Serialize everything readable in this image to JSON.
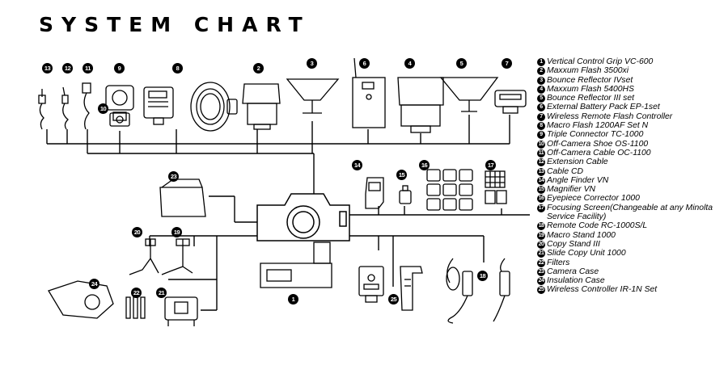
{
  "title": "SYSTEM CHART",
  "legend": [
    {
      "n": "1",
      "text": "Vertical Control Grip VC-600"
    },
    {
      "n": "2",
      "text": "Maxxum Flash 3500xi"
    },
    {
      "n": "3",
      "text": "Bounce Reflector IVset"
    },
    {
      "n": "4",
      "text": "Maxxum Flash 5400HS"
    },
    {
      "n": "5",
      "text": "Bounce Reflector III set"
    },
    {
      "n": "6",
      "text": "External Battery Pack EP-1set"
    },
    {
      "n": "7",
      "text": "Wireless Remote Flash Controller"
    },
    {
      "n": "8",
      "text": "Macro Flash 1200AF Set N"
    },
    {
      "n": "9",
      "text": "Triple Connector TC-1000"
    },
    {
      "n": "10",
      "text": "Off-Camera Shoe OS-1100"
    },
    {
      "n": "11",
      "text": "Off-Camera Cable OC-1100"
    },
    {
      "n": "12",
      "text": "Extension Cable"
    },
    {
      "n": "13",
      "text": "Cable CD"
    },
    {
      "n": "14",
      "text": "Angle Finder VN"
    },
    {
      "n": "15",
      "text": "Magnifier VN"
    },
    {
      "n": "16",
      "text": "Eyepiece Corrector 1000"
    },
    {
      "n": "17",
      "text": "Focusing Screen(Changeable at any Minolta Service Facility)"
    },
    {
      "n": "18",
      "text": "Remote Code RC-1000S/L"
    },
    {
      "n": "19",
      "text": "Macro Stand 1000"
    },
    {
      "n": "20",
      "text": "Copy Stand III"
    },
    {
      "n": "21",
      "text": "Slide Copy Unit 1000"
    },
    {
      "n": "22",
      "text": "Filters"
    },
    {
      "n": "23",
      "text": "Camera Case"
    },
    {
      "n": "24",
      "text": "Insulation Case"
    },
    {
      "n": "25",
      "text": "Wireless Controller IR-1N Set"
    }
  ],
  "callouts": [
    "13",
    "12",
    "11",
    "9",
    "10",
    "8",
    "2",
    "3",
    "6",
    "4",
    "5",
    "7",
    "14",
    "15",
    "16",
    "17",
    "23",
    "20",
    "19",
    "24",
    "22",
    "21",
    "1",
    "25",
    "18"
  ]
}
